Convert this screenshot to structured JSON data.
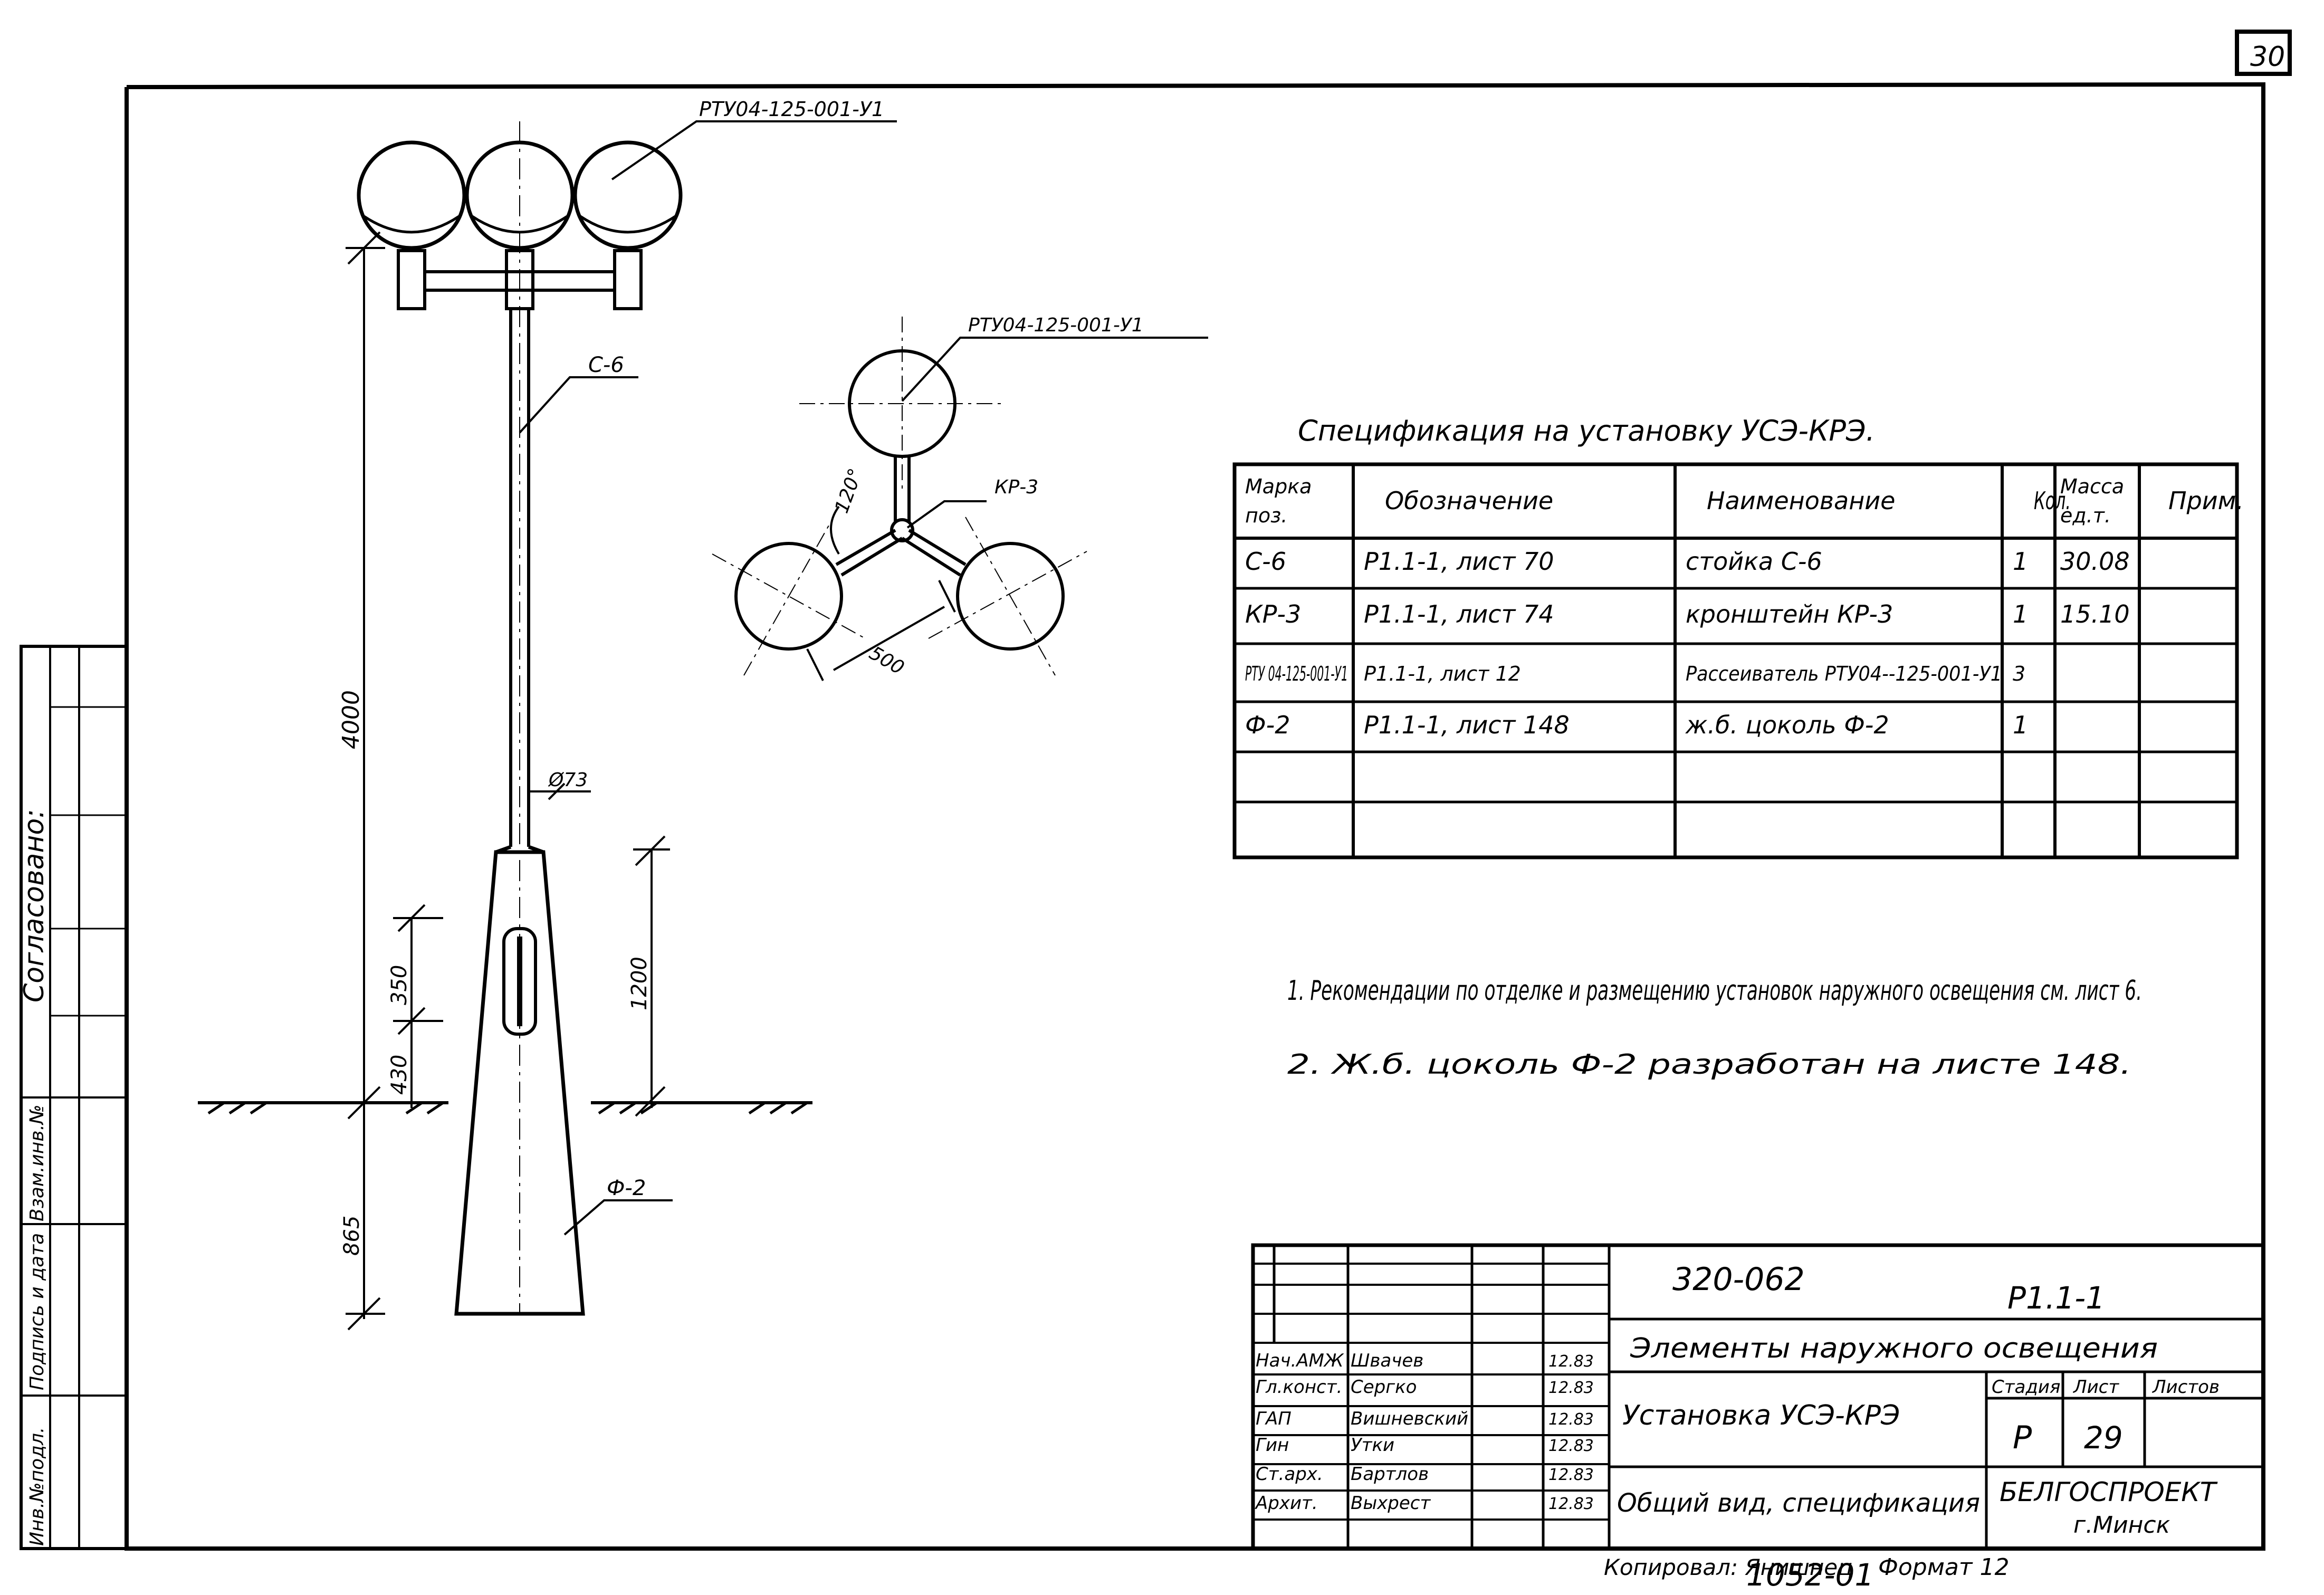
{
  "sheet_corner_number": "30",
  "top_labels": {
    "lamp_mark": "РТУ04-125-001-У1",
    "lamp_mark_plan": "РТУ04-125-001-У1",
    "pole_mark": "С-6",
    "bracket_mark": "КР-3",
    "foundation_mark": "Ф-2"
  },
  "dimensions": {
    "height_total": "4000",
    "diameter": "Ø73",
    "door_upper": "350",
    "door_lower": "430",
    "base_height": "1200",
    "depth": "865",
    "angle": "120°",
    "arm": "500"
  },
  "spec_title": "Спецификация на установку УСЭ-КРЭ.",
  "spec_table": {
    "headers": [
      "Марка поз.",
      "Обозначение",
      "Наименование",
      "Кол.",
      "Масса ед.т.",
      "Прим."
    ],
    "rows": [
      [
        "С-6",
        "Р1.1-1,  лист 70",
        "стойка С-6",
        "1",
        "30.08",
        ""
      ],
      [
        "КР-3",
        "Р1.1-1,  лист 74",
        "кронштейн КР-3",
        "1",
        "15.10",
        ""
      ],
      [
        "РТУ 04-125-001-У1",
        "Р1.1-1,  лист 12",
        "Рассеиватель РТУ04--125-001-У1",
        "3",
        "",
        ""
      ],
      [
        "Ф-2",
        "Р1.1-1,  лист 148",
        "ж.б. цоколь Ф-2",
        "1",
        "",
        ""
      ],
      [
        "",
        "",
        "",
        "",
        "",
        ""
      ],
      [
        "",
        "",
        "",
        "",
        "",
        ""
      ]
    ]
  },
  "notes": [
    "1. Рекомендации по отделке и размещению установок наружного освещения см. лист 6.",
    "2. Ж.б. цоколь Ф-2 разработан на листе 148."
  ],
  "left_strip": {
    "agreed": "Согласовано:",
    "inv_orig": "Инв.№подл.",
    "sign_date": "Подпись и дата",
    "replace_inv": "Взам.инв.№"
  },
  "title_block": {
    "doc_number": "320-062",
    "code": "Р1.1-1",
    "section": "Элементы наружного освещения",
    "object": "Установка УСЭ-КРЭ",
    "sheet_name": "Общий вид, спецификация",
    "stage_label": "Стадия",
    "sheet_label": "Лист",
    "sheets_label": "Листов",
    "stage": "Р",
    "sheet": "29",
    "sheets": "",
    "org": "БЕЛГОСПРОЕКТ",
    "city": "г.Минск",
    "roles": [
      {
        "role": "Нач.АМЖ",
        "name": "Швачев"
      },
      {
        "role": "Гл.конст.",
        "name": "Сергко"
      },
      {
        "role": "ГАП",
        "name": "Вишневский"
      },
      {
        "role": "Гин",
        "name": "Утки"
      },
      {
        "role": "Ст.арх.",
        "name": "Бартлов"
      },
      {
        "role": "Архит.",
        "name": "Выхрест"
      }
    ],
    "dates": [
      "12.83",
      "12.83",
      "12.83",
      "12.83",
      "12.83",
      "12.83"
    ]
  },
  "footer": {
    "copied": "Копировал: Янишнец",
    "number": "1052-01",
    "format": "Формат 12"
  }
}
